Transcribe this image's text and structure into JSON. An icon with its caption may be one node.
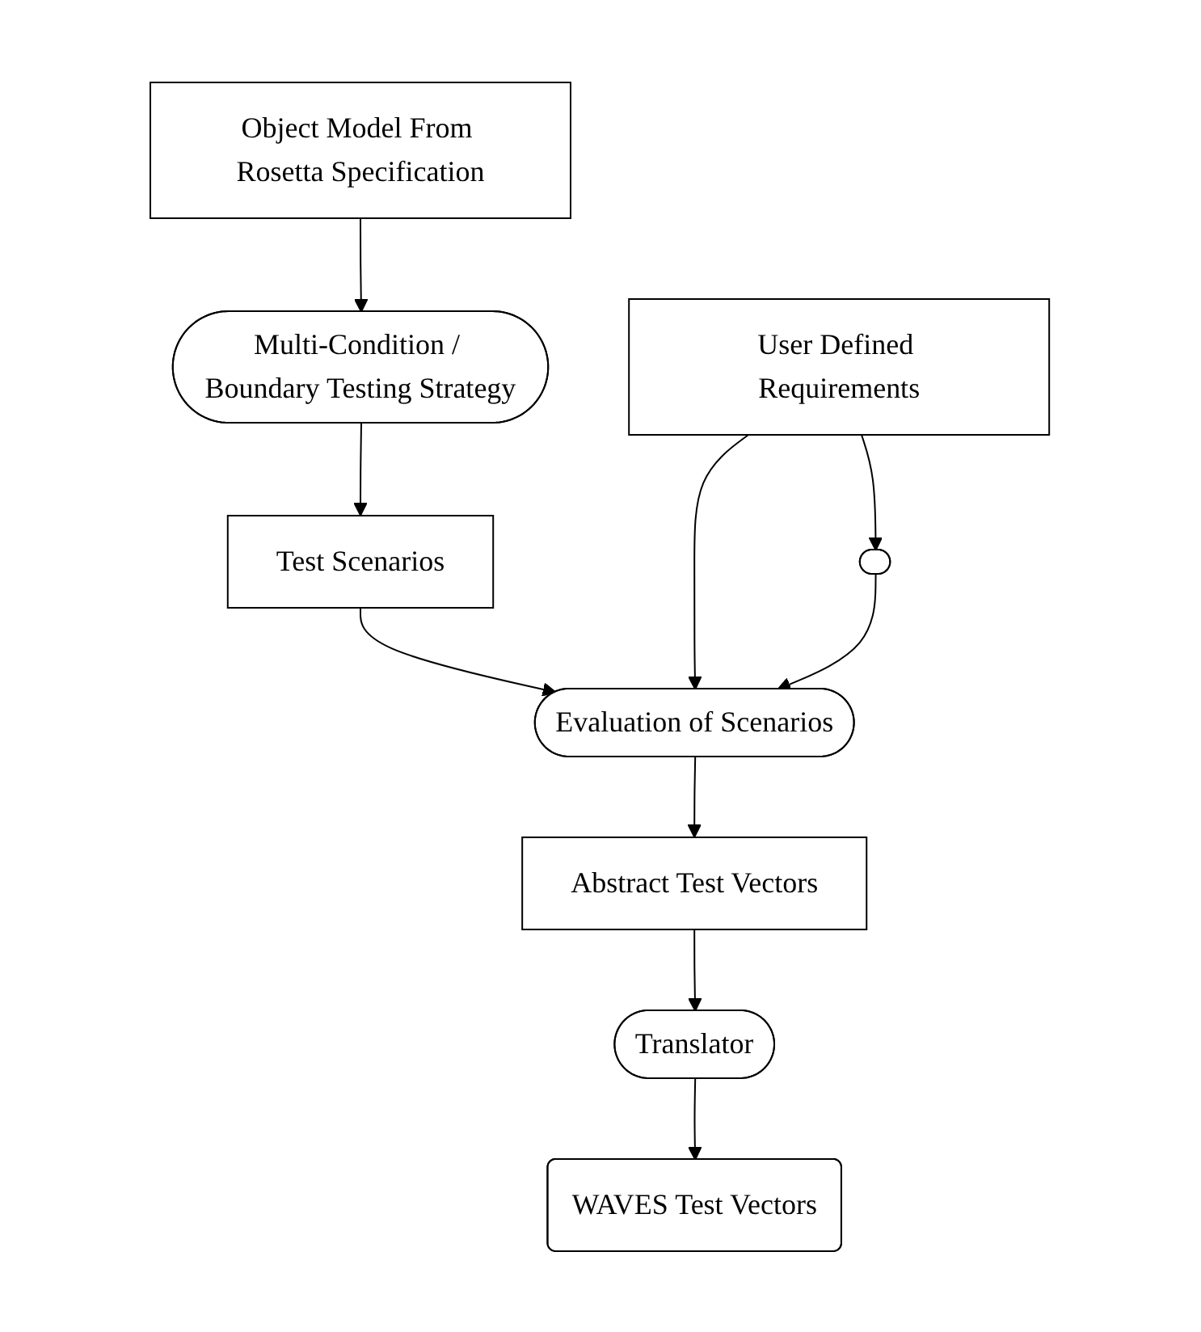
{
  "diagram": {
    "nodes": [
      {
        "text": [
          "Object Model From Rosetta Specification"
        ]
      },
      {
        "text": [
          "Multi-Condition / Boundary Testing Strategy"
        ]
      },
      {
        "text": [
          "Test Scenarios"
        ]
      },
      {
        "text": [
          "User Defined Requirements"
        ]
      },
      {
        "text": [
          "Evaluation of Scenarios"
        ]
      },
      {
        "text": [],
        "shape": "ellipse"
      },
      {
        "text": [
          "Abstract Test Vectors"
        ]
      },
      {
        "text": [
          "Translator"
        ]
      },
      {
        "text": [
          "WAVES Test Vectors"
        ]
      }
    ],
    "edges": [
      {
        "from": 0,
        "to": 1,
        "arrow": "to"
      },
      {
        "from": 1,
        "to": 2,
        "arrow": "to"
      },
      {
        "from": 2,
        "to": 4,
        "arrow": "to"
      },
      {
        "from": 3,
        "to": 4,
        "arrow": "to"
      },
      {
        "from": 3,
        "to": 5,
        "arrow": "to"
      },
      {
        "from": 5,
        "to": 4,
        "arrow": "to"
      },
      {
        "from": 4,
        "to": 6,
        "arrow": "to"
      },
      {
        "from": 6,
        "to": 7,
        "arrow": "to"
      },
      {
        "from": 7,
        "to": 8,
        "arrow": "to"
      }
    ]
  }
}
